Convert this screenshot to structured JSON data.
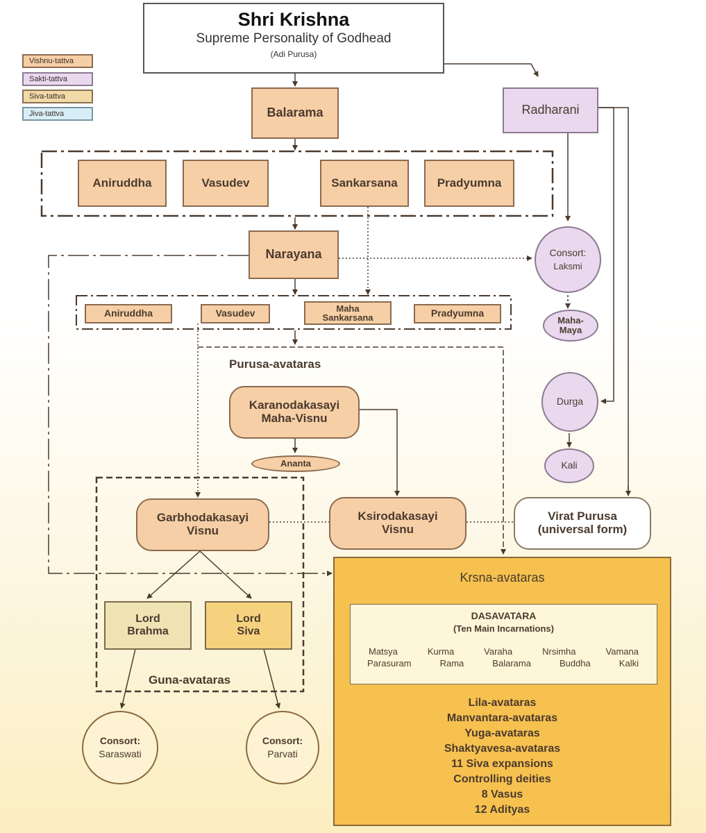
{
  "top": {
    "title": "Shri Krishna",
    "subtitle": "Supreme Personality of Godhead",
    "note": "(Adi Purusa)"
  },
  "legend": [
    "Vishnu-tattva",
    "Sakti-tattva",
    "Siva-tattva",
    "Jiva-tattva"
  ],
  "radharani": "Radharani",
  "balarama": "Balarama",
  "first_quad": [
    "Aniruddha",
    "Vasudev",
    "Sankarsana",
    "Pradyumna"
  ],
  "narayana": "Narayana",
  "laksmi": {
    "label": "Consort:",
    "name": "Laksmi"
  },
  "maha_maya": {
    "line1": "Maha-",
    "line2": "Maya"
  },
  "second_quad": {
    "aniruddha": "Aniruddha",
    "vasudev": "Vasudev",
    "maha_line1": "Maha",
    "maha_line2": "Sankarsana",
    "pradyumna": "Pradyumna"
  },
  "purusa_label": "Purusa-avataras",
  "karanodakasayi": {
    "line1": "Karanodakasayi",
    "line2": "Maha-Visnu"
  },
  "ananta": "Ananta",
  "durga": "Durga",
  "kali": "Kali",
  "garbhodakasayi": {
    "line1": "Garbhodakasayi",
    "line2": "Visnu"
  },
  "ksirodakasayi": {
    "line1": "Ksirodakasayi",
    "line2": "Visnu"
  },
  "virat": {
    "line1": "Virat Purusa",
    "line2": "(universal form)"
  },
  "brahma": {
    "line1": "Lord",
    "line2": "Brahma"
  },
  "siva": {
    "line1": "Lord",
    "line2": "Siva"
  },
  "guna_label": "Guna-avataras",
  "saraswati": {
    "label": "Consort:",
    "name": "Saraswati"
  },
  "parvati": {
    "label": "Consort:",
    "name": "Parvati"
  },
  "krsna": {
    "title": "Krsna-avataras",
    "dasavatara_title": "DASAVATARA",
    "dasavatara_sub": "(Ten Main Incarnations)",
    "row1": [
      "Matsya",
      "Kurma",
      "Varaha",
      "Nrsimha",
      "Vamana"
    ],
    "row2": [
      "Parasuram",
      "Rama",
      "Balarama",
      "Buddha",
      "Kalki"
    ],
    "list": [
      "Lila-avataras",
      "Manvantara-avataras",
      "Yuga-avataras",
      "Shaktyavesa-avataras",
      "11 Siva expansions",
      "Controlling deities",
      "8 Vasus",
      "12 Adityas"
    ]
  }
}
